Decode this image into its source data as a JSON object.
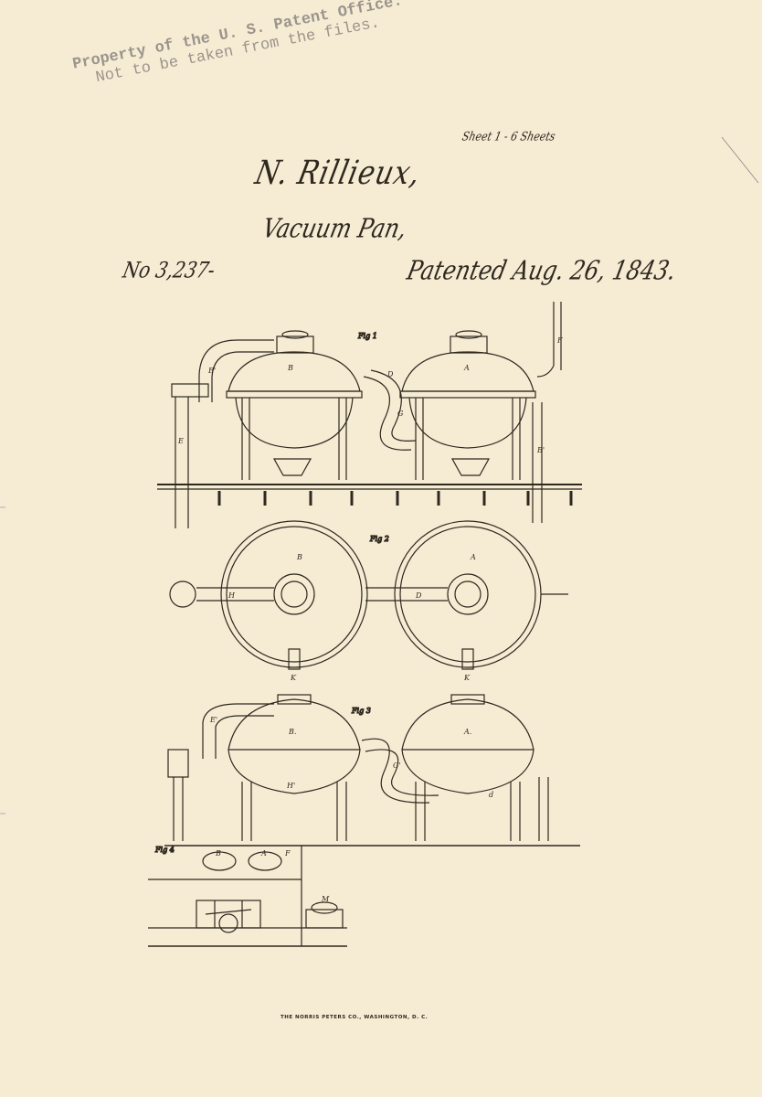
{
  "stamp": {
    "line1": "Property of the U. S. Patent Office.",
    "line2": "Not to be taken from the files."
  },
  "header": {
    "sheet": "Sheet 1 - 6 Sheets",
    "inventor": "N. Rillieux,",
    "title": "Vacuum Pan,",
    "number": "No 3,237-",
    "patented": "Patented Aug. 26, 1843."
  },
  "figures": {
    "fig1": {
      "label": "Fig 1",
      "parts": [
        "B",
        "A",
        "E'",
        "E",
        "B'",
        "F",
        "D",
        "G"
      ]
    },
    "fig2": {
      "label": "Fig 2",
      "parts": [
        "B",
        "A",
        "H",
        "D",
        "K",
        "K"
      ]
    },
    "fig3": {
      "label": "Fig 3",
      "parts": [
        "B.",
        "A.",
        "E'",
        "H'",
        "d",
        "G'"
      ]
    },
    "fig4": {
      "label": "Fig 4",
      "parts": [
        "B",
        "A",
        "F",
        "M"
      ]
    }
  },
  "footer": {
    "printer": "THE NORRIS PETERS CO., WASHINGTON, D. C."
  }
}
